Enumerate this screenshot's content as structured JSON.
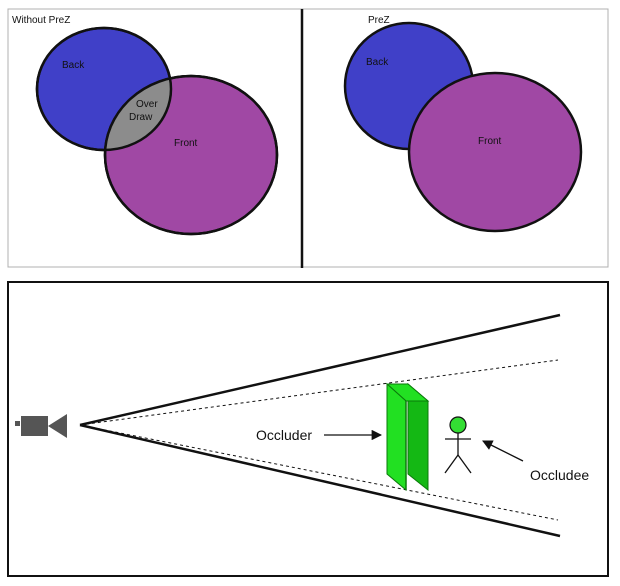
{
  "top_panels": {
    "left": {
      "title": "Without PreZ",
      "back_label": "Back",
      "front_label": "Front",
      "overdraw_line1": "Over",
      "overdraw_line2": "Draw"
    },
    "right": {
      "title": "PreZ",
      "back_label": "Back",
      "front_label": "Front"
    }
  },
  "bottom_panel": {
    "occluder_label": "Occluder",
    "occludee_label": "Occludee"
  },
  "colors": {
    "back_circle": "#4040c8",
    "front_circle": "#a048a4",
    "overdraw": "#8c8c8c",
    "occluder_front": "#22e022",
    "occluder_side": "#14b814",
    "occludee_head": "#33dd33",
    "outline": "#111111"
  },
  "icons": {
    "camera": "camera-icon",
    "occludee": "stick-figure-icon"
  }
}
